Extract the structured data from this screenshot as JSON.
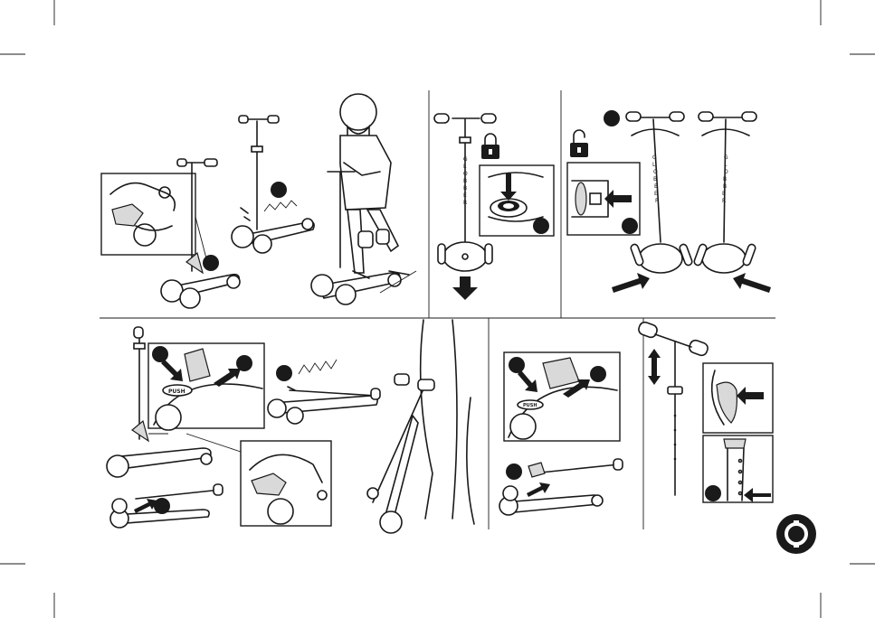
{
  "brand_letters": [
    "G",
    "L",
    "O",
    "B",
    "B",
    "E",
    "R"
  ],
  "push_label": "PUSH",
  "colors": {
    "ink": "#1a1a1a",
    "paper": "#ffffff",
    "shade": "#d9d9d9"
  },
  "icons": [
    "lock-icon",
    "unlock-icon",
    "arrow-icon",
    "click-sound-icon"
  ]
}
